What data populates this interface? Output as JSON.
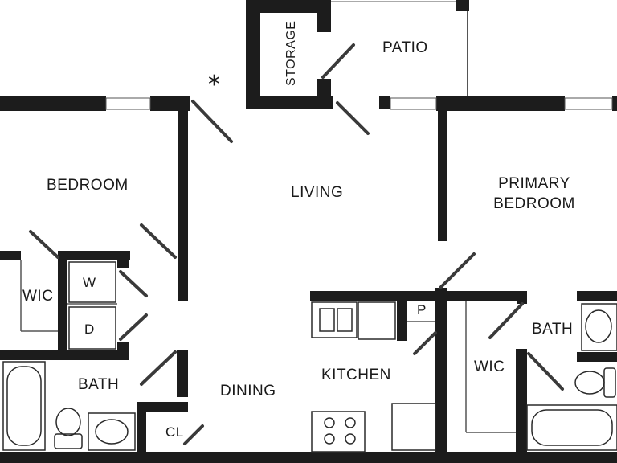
{
  "rooms": {
    "patio": "PATIO",
    "storage": "STORAGE",
    "bedroom": "BEDROOM",
    "living": "LIVING",
    "primary_bedroom_line1": "PRIMARY",
    "primary_bedroom_line2": "BEDROOM",
    "wic_left": "WIC",
    "washer": "W",
    "dryer": "D",
    "bath_left": "BATH",
    "dining": "DINING",
    "kitchen": "KITCHEN",
    "pantry": "P",
    "closet": "CL",
    "wic_right": "WIC",
    "bath_right": "BATH"
  },
  "entry_marker": "*",
  "colors": {
    "wall": "#1c1c1c",
    "fixture": "#2a2a2a",
    "background": "#ffffff"
  }
}
